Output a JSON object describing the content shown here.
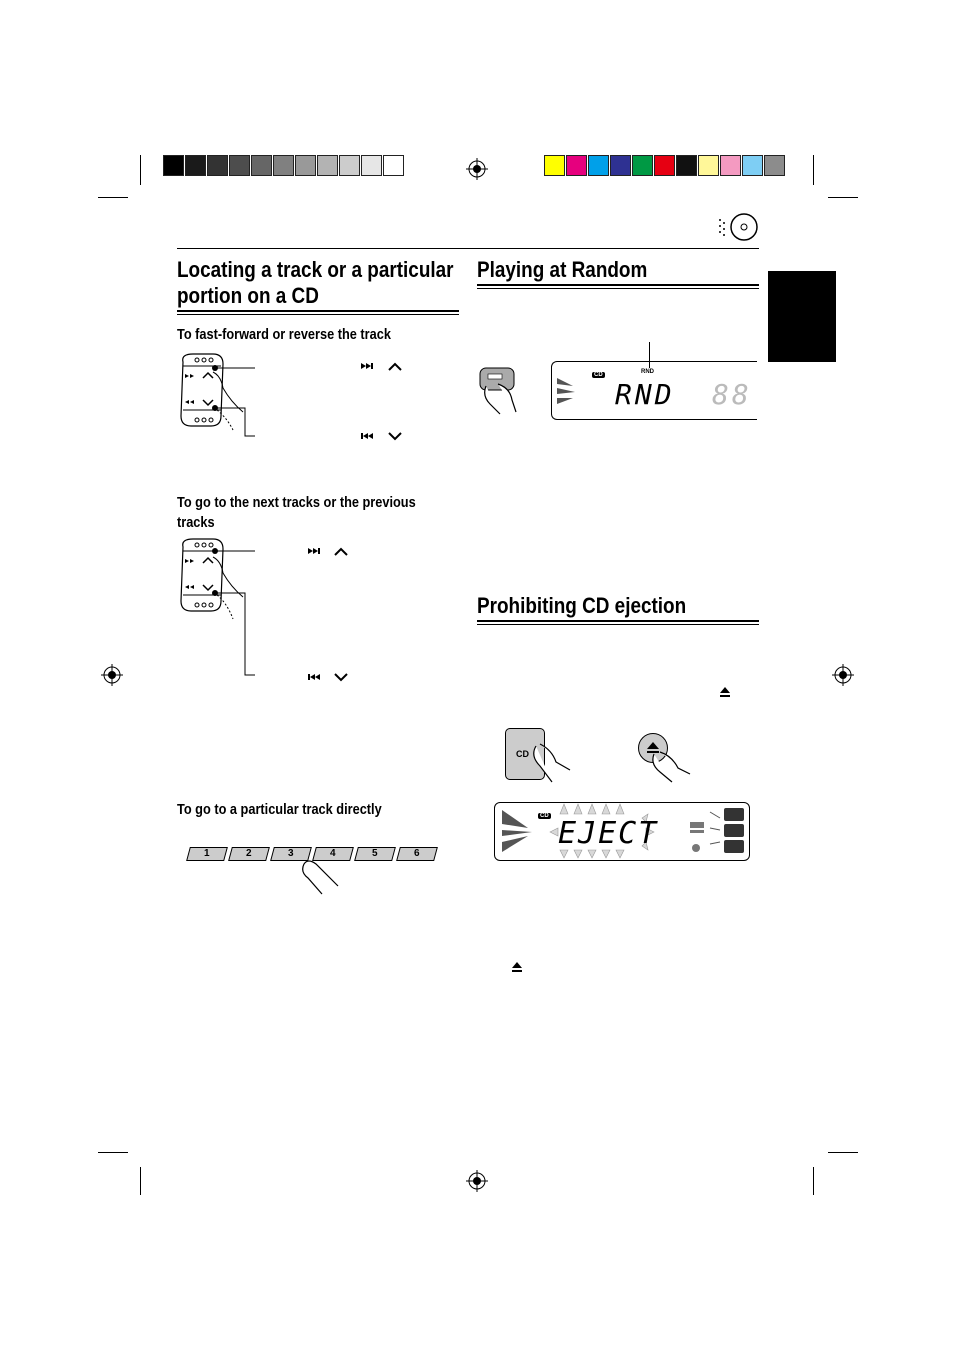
{
  "sections": {
    "locating": {
      "title_line1": "Locating a track or a particular",
      "title_line2": "portion on a CD",
      "fast_forward_heading": "To fast-forward or reverse the track",
      "next_prev_heading_line1": "To go to the next tracks or the previous",
      "next_prev_heading_line2": "tracks",
      "direct_heading": "To go to a particular track directly"
    },
    "random": {
      "title": "Playing at Random",
      "display_indicator": "RND",
      "display_source": "CD",
      "display_text": "RND",
      "display_number": "88"
    },
    "prohibit": {
      "title": "Prohibiting CD ejection",
      "cd_button_label": "CD",
      "display_text": "EJECT"
    }
  },
  "preset_keys": [
    "1",
    "2",
    "3",
    "4",
    "5",
    "6"
  ],
  "color_bar_left": [
    "#000000",
    "#1a1a1a",
    "#333333",
    "#4d4d4d",
    "#666666",
    "#808080",
    "#999999",
    "#b3b3b3",
    "#cccccc",
    "#e6e6e6",
    "#ffffff"
  ],
  "color_bar_right": [
    "#ffff00",
    "#e6007e",
    "#00a0e9",
    "#2e3192",
    "#009944",
    "#e60012",
    "#111111",
    "#fff799",
    "#f49ac1",
    "#7ecef4",
    "#8c8c8c"
  ]
}
